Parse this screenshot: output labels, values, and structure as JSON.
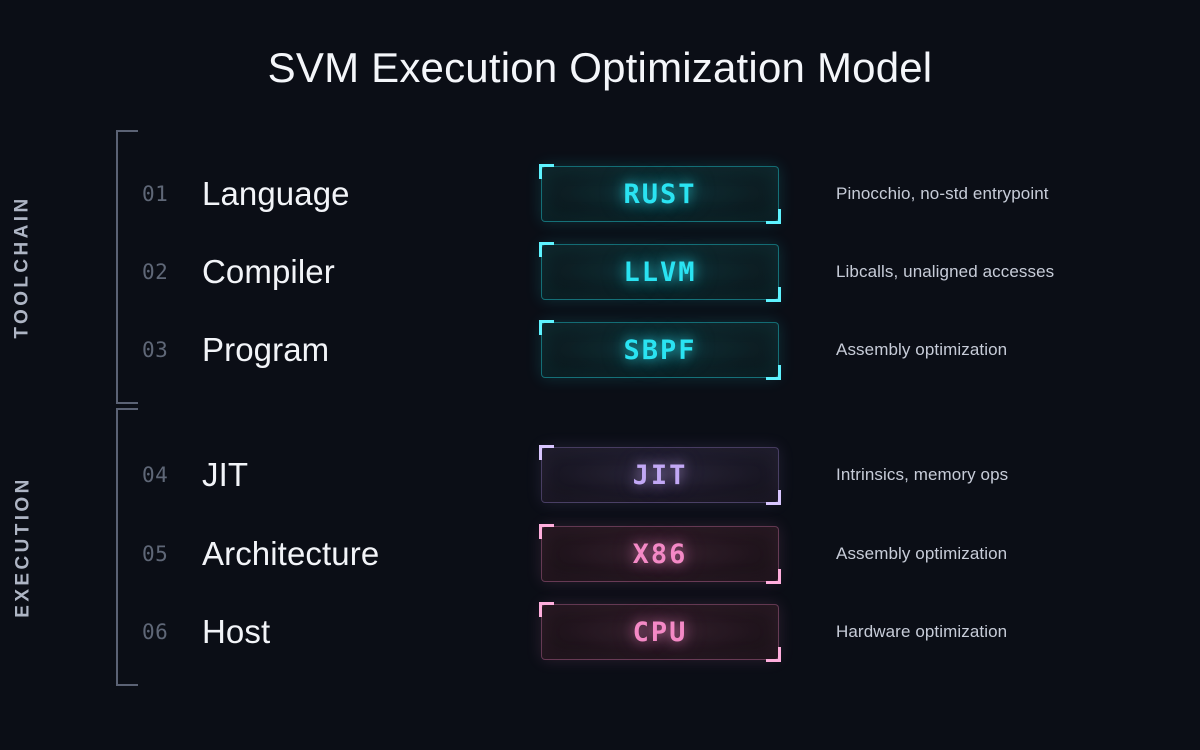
{
  "page": {
    "title": "SVM Execution Optimization Model",
    "background": "#0b0e16"
  },
  "colors": {
    "cyan": "#2ae3f2",
    "purple": "#c2a8f5",
    "pink": "#f489c6",
    "bracket": "#5b6274",
    "number": "#5f6777",
    "label": "#f2f4f8",
    "description": "#c7ccd8"
  },
  "groups": [
    {
      "id": "toolchain",
      "label": "TOOLCHAIN",
      "rows": [
        {
          "num": "01",
          "label": "Language",
          "chip": "RUST",
          "accent": "cyan",
          "desc": "Pinocchio, no-std entrypoint"
        },
        {
          "num": "02",
          "label": "Compiler",
          "chip": "LLVM",
          "accent": "cyan",
          "desc": "Libcalls, unaligned accesses"
        },
        {
          "num": "03",
          "label": "Program",
          "chip": "SBPF",
          "accent": "cyan",
          "desc": "Assembly optimization"
        }
      ]
    },
    {
      "id": "execution",
      "label": "EXECUTION",
      "rows": [
        {
          "num": "04",
          "label": "JIT",
          "chip": "JIT",
          "accent": "purple",
          "desc": "Intrinsics, memory ops"
        },
        {
          "num": "05",
          "label": "Architecture",
          "chip": "X86",
          "accent": "pink",
          "desc": "Assembly optimization"
        },
        {
          "num": "06",
          "label": "Host",
          "chip": "CPU",
          "accent": "pink",
          "desc": "Hardware optimization"
        }
      ]
    }
  ]
}
